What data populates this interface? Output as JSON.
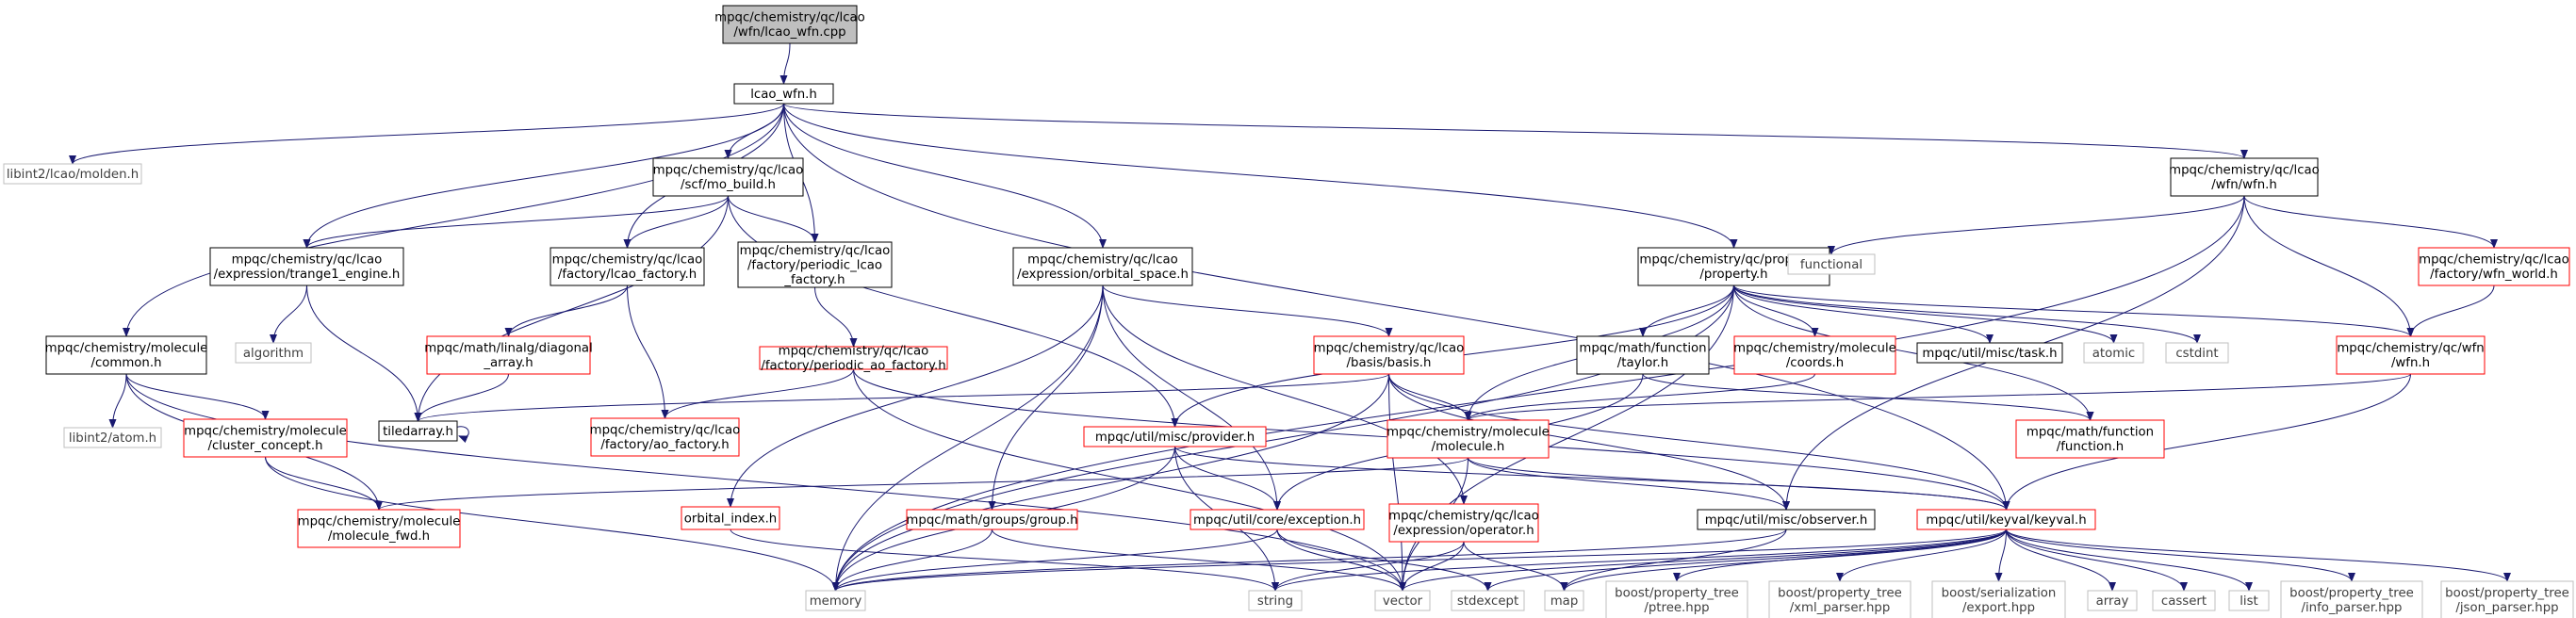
{
  "colors": {
    "edge": "#191970",
    "root_fill": "#bfbfbf",
    "node_fill": "#ffffff",
    "border_normal": "#000000",
    "border_truncated": "#ff0000",
    "border_system": "#bfbfbf",
    "text_system": "#3f3f3f",
    "text": "#000000"
  },
  "nodes": [
    {
      "id": "root",
      "lines": [
        "mpqc/chemistry/qc/lcao",
        "/wfn/lcao_wfn.cpp"
      ],
      "kind": "root"
    },
    {
      "id": "lcao_wfn_h",
      "lines": [
        "lcao_wfn.h"
      ],
      "kind": "normal"
    },
    {
      "id": "molden",
      "lines": [
        "libint2/lcao/molden.h"
      ],
      "kind": "system"
    },
    {
      "id": "mo_build",
      "lines": [
        "mpqc/chemistry/qc/lcao",
        "/scf/mo_build.h"
      ],
      "kind": "normal"
    },
    {
      "id": "wfn_wfn_h",
      "lines": [
        "mpqc/chemistry/qc/lcao",
        "/wfn/wfn.h"
      ],
      "kind": "normal"
    },
    {
      "id": "trange1",
      "lines": [
        "mpqc/chemistry/qc/lcao",
        "/expression/trange1_engine.h"
      ],
      "kind": "normal"
    },
    {
      "id": "lcao_factory",
      "lines": [
        "mpqc/chemistry/qc/lcao",
        "/factory/lcao_factory.h"
      ],
      "kind": "normal"
    },
    {
      "id": "periodic_lcao_factory",
      "lines": [
        "mpqc/chemistry/qc/lcao",
        "/factory/periodic_lcao",
        "_factory.h"
      ],
      "kind": "normal"
    },
    {
      "id": "orbital_space",
      "lines": [
        "mpqc/chemistry/qc/lcao",
        "/expression/orbital_space.h"
      ],
      "kind": "normal"
    },
    {
      "id": "property",
      "lines": [
        "mpqc/chemistry/qc/properties",
        "/property.h"
      ],
      "kind": "normal"
    },
    {
      "id": "functional",
      "lines": [
        "functional"
      ],
      "kind": "system"
    },
    {
      "id": "wfn_world",
      "lines": [
        "mpqc/chemistry/qc/lcao",
        "/factory/wfn_world.h"
      ],
      "kind": "truncated"
    },
    {
      "id": "molecule_common",
      "lines": [
        "mpqc/chemistry/molecule",
        "/common.h"
      ],
      "kind": "normal"
    },
    {
      "id": "algorithm",
      "lines": [
        "algorithm"
      ],
      "kind": "system"
    },
    {
      "id": "diagonal_array",
      "lines": [
        "mpqc/math/linalg/diagonal",
        "_array.h"
      ],
      "kind": "truncated"
    },
    {
      "id": "periodic_ao_factory",
      "lines": [
        "mpqc/chemistry/qc/lcao",
        "/factory/periodic_ao_factory.h"
      ],
      "kind": "truncated"
    },
    {
      "id": "basis",
      "lines": [
        "mpqc/chemistry/qc/lcao",
        "/basis/basis.h"
      ],
      "kind": "truncated"
    },
    {
      "id": "taylor",
      "lines": [
        "mpqc/math/function",
        "/taylor.h"
      ],
      "kind": "normal"
    },
    {
      "id": "coords",
      "lines": [
        "mpqc/chemistry/molecule",
        "/coords.h"
      ],
      "kind": "truncated"
    },
    {
      "id": "task",
      "lines": [
        "mpqc/util/misc/task.h"
      ],
      "kind": "normal"
    },
    {
      "id": "atomic",
      "lines": [
        "atomic"
      ],
      "kind": "system"
    },
    {
      "id": "cstdint",
      "lines": [
        "cstdint"
      ],
      "kind": "system"
    },
    {
      "id": "qc_wfn_h",
      "lines": [
        "mpqc/chemistry/qc/wfn",
        "/wfn.h"
      ],
      "kind": "truncated"
    },
    {
      "id": "atom_h",
      "lines": [
        "libint2/atom.h"
      ],
      "kind": "system"
    },
    {
      "id": "cluster_concept",
      "lines": [
        "mpqc/chemistry/molecule",
        "/cluster_concept.h"
      ],
      "kind": "truncated"
    },
    {
      "id": "tiledarray",
      "lines": [
        "tiledarray.h"
      ],
      "kind": "normal"
    },
    {
      "id": "ao_factory",
      "lines": [
        "mpqc/chemistry/qc/lcao",
        "/factory/ao_factory.h"
      ],
      "kind": "truncated"
    },
    {
      "id": "provider",
      "lines": [
        "mpqc/util/misc/provider.h"
      ],
      "kind": "truncated"
    },
    {
      "id": "molecule_h",
      "lines": [
        "mpqc/chemistry/molecule",
        "/molecule.h"
      ],
      "kind": "truncated"
    },
    {
      "id": "function_h",
      "lines": [
        "mpqc/math/function",
        "/function.h"
      ],
      "kind": "truncated"
    },
    {
      "id": "molecule_fwd",
      "lines": [
        "mpqc/chemistry/molecule",
        "/molecule_fwd.h"
      ],
      "kind": "truncated"
    },
    {
      "id": "orbital_index",
      "lines": [
        "orbital_index.h"
      ],
      "kind": "truncated"
    },
    {
      "id": "group",
      "lines": [
        "mpqc/math/groups/group.h"
      ],
      "kind": "truncated"
    },
    {
      "id": "exception",
      "lines": [
        "mpqc/util/core/exception.h"
      ],
      "kind": "truncated"
    },
    {
      "id": "operator",
      "lines": [
        "mpqc/chemistry/qc/lcao",
        "/expression/operator.h"
      ],
      "kind": "truncated"
    },
    {
      "id": "observer",
      "lines": [
        "mpqc/util/misc/observer.h"
      ],
      "kind": "normal"
    },
    {
      "id": "keyval",
      "lines": [
        "mpqc/util/keyval/keyval.h"
      ],
      "kind": "truncated"
    },
    {
      "id": "memory",
      "lines": [
        "memory"
      ],
      "kind": "system"
    },
    {
      "id": "string",
      "lines": [
        "string"
      ],
      "kind": "system"
    },
    {
      "id": "vector",
      "lines": [
        "vector"
      ],
      "kind": "system"
    },
    {
      "id": "stdexcept",
      "lines": [
        "stdexcept"
      ],
      "kind": "system"
    },
    {
      "id": "map",
      "lines": [
        "map"
      ],
      "kind": "system"
    },
    {
      "id": "ptree",
      "lines": [
        "boost/property_tree",
        "/ptree.hpp"
      ],
      "kind": "system"
    },
    {
      "id": "xml_parser",
      "lines": [
        "boost/property_tree",
        "/xml_parser.hpp"
      ],
      "kind": "system"
    },
    {
      "id": "export",
      "lines": [
        "boost/serialization",
        "/export.hpp"
      ],
      "kind": "system"
    },
    {
      "id": "array",
      "lines": [
        "array"
      ],
      "kind": "system"
    },
    {
      "id": "cassert",
      "lines": [
        "cassert"
      ],
      "kind": "system"
    },
    {
      "id": "list",
      "lines": [
        "list"
      ],
      "kind": "system"
    },
    {
      "id": "info_parser",
      "lines": [
        "boost/property_tree",
        "/info_parser.hpp"
      ],
      "kind": "system"
    },
    {
      "id": "json_parser",
      "lines": [
        "boost/property_tree",
        "/json_parser.hpp"
      ],
      "kind": "system"
    }
  ],
  "edges": [
    [
      "root",
      "lcao_wfn_h"
    ],
    [
      "lcao_wfn_h",
      "molden"
    ],
    [
      "lcao_wfn_h",
      "mo_build"
    ],
    [
      "lcao_wfn_h",
      "wfn_wfn_h"
    ],
    [
      "lcao_wfn_h",
      "trange1"
    ],
    [
      "lcao_wfn_h",
      "lcao_factory"
    ],
    [
      "lcao_wfn_h",
      "periodic_lcao_factory"
    ],
    [
      "lcao_wfn_h",
      "orbital_space"
    ],
    [
      "lcao_wfn_h",
      "property"
    ],
    [
      "lcao_wfn_h",
      "molecule_common"
    ],
    [
      "lcao_wfn_h",
      "keyval"
    ],
    [
      "mo_build",
      "trange1"
    ],
    [
      "mo_build",
      "lcao_factory"
    ],
    [
      "mo_build",
      "periodic_lcao_factory"
    ],
    [
      "mo_build",
      "tiledarray"
    ],
    [
      "mo_build",
      "provider"
    ],
    [
      "wfn_wfn_h",
      "functional"
    ],
    [
      "wfn_wfn_h",
      "wfn_world"
    ],
    [
      "wfn_wfn_h",
      "qc_wfn_h"
    ],
    [
      "wfn_wfn_h",
      "observer"
    ],
    [
      "wfn_wfn_h",
      "memory"
    ],
    [
      "trange1",
      "algorithm"
    ],
    [
      "trange1",
      "tiledarray"
    ],
    [
      "lcao_factory",
      "diagonal_array"
    ],
    [
      "lcao_factory",
      "ao_factory"
    ],
    [
      "periodic_lcao_factory",
      "periodic_ao_factory"
    ],
    [
      "orbital_space",
      "basis"
    ],
    [
      "orbital_space",
      "orbital_index"
    ],
    [
      "orbital_space",
      "group"
    ],
    [
      "orbital_space",
      "exception"
    ],
    [
      "orbital_space",
      "operator"
    ],
    [
      "orbital_space",
      "memory"
    ],
    [
      "property",
      "taylor"
    ],
    [
      "property",
      "coords"
    ],
    [
      "property",
      "task"
    ],
    [
      "property",
      "atomic"
    ],
    [
      "property",
      "cstdint"
    ],
    [
      "property",
      "qc_wfn_h"
    ],
    [
      "property",
      "provider"
    ],
    [
      "property",
      "molecule_h"
    ],
    [
      "property",
      "function_h"
    ],
    [
      "property",
      "vector"
    ],
    [
      "property",
      "memory"
    ],
    [
      "wfn_world",
      "qc_wfn_h"
    ],
    [
      "molecule_common",
      "atom_h"
    ],
    [
      "molecule_common",
      "cluster_concept"
    ],
    [
      "molecule_common",
      "molecule_fwd"
    ],
    [
      "molecule_common",
      "vector"
    ],
    [
      "diagonal_array",
      "tiledarray"
    ],
    [
      "periodic_ao_factory",
      "ao_factory"
    ],
    [
      "periodic_ao_factory",
      "keyval"
    ],
    [
      "periodic_ao_factory",
      "vector"
    ],
    [
      "basis",
      "tiledarray"
    ],
    [
      "basis",
      "molecule_h"
    ],
    [
      "basis",
      "observer"
    ],
    [
      "basis",
      "keyval"
    ],
    [
      "basis",
      "vector"
    ],
    [
      "basis",
      "memory"
    ],
    [
      "taylor",
      "exception"
    ],
    [
      "taylor",
      "function_h"
    ],
    [
      "coords",
      "molecule_h"
    ],
    [
      "qc_wfn_h",
      "molecule_h"
    ],
    [
      "qc_wfn_h",
      "keyval"
    ],
    [
      "cluster_concept",
      "molecule_fwd"
    ],
    [
      "cluster_concept",
      "memory"
    ],
    [
      "tiledarray",
      "tiledarray"
    ],
    [
      "provider",
      "exception"
    ],
    [
      "provider",
      "keyval"
    ],
    [
      "provider",
      "memory"
    ],
    [
      "provider",
      "string"
    ],
    [
      "molecule_h",
      "molecule_fwd"
    ],
    [
      "molecule_h",
      "observer"
    ],
    [
      "molecule_h",
      "keyval"
    ],
    [
      "molecule_h",
      "vector"
    ],
    [
      "orbital_index",
      "string"
    ],
    [
      "group",
      "memory"
    ],
    [
      "group",
      "vector"
    ],
    [
      "exception",
      "memory"
    ],
    [
      "exception",
      "vector"
    ],
    [
      "exception",
      "stdexcept"
    ],
    [
      "operator",
      "string"
    ],
    [
      "operator",
      "vector"
    ],
    [
      "operator",
      "map"
    ],
    [
      "observer",
      "memory"
    ],
    [
      "observer",
      "map"
    ],
    [
      "keyval",
      "memory"
    ],
    [
      "keyval",
      "string"
    ],
    [
      "keyval",
      "vector"
    ],
    [
      "keyval",
      "stdexcept"
    ],
    [
      "keyval",
      "map"
    ],
    [
      "keyval",
      "ptree"
    ],
    [
      "keyval",
      "xml_parser"
    ],
    [
      "keyval",
      "export"
    ],
    [
      "keyval",
      "array"
    ],
    [
      "keyval",
      "cassert"
    ],
    [
      "keyval",
      "list"
    ],
    [
      "keyval",
      "info_parser"
    ],
    [
      "keyval",
      "json_parser"
    ]
  ]
}
